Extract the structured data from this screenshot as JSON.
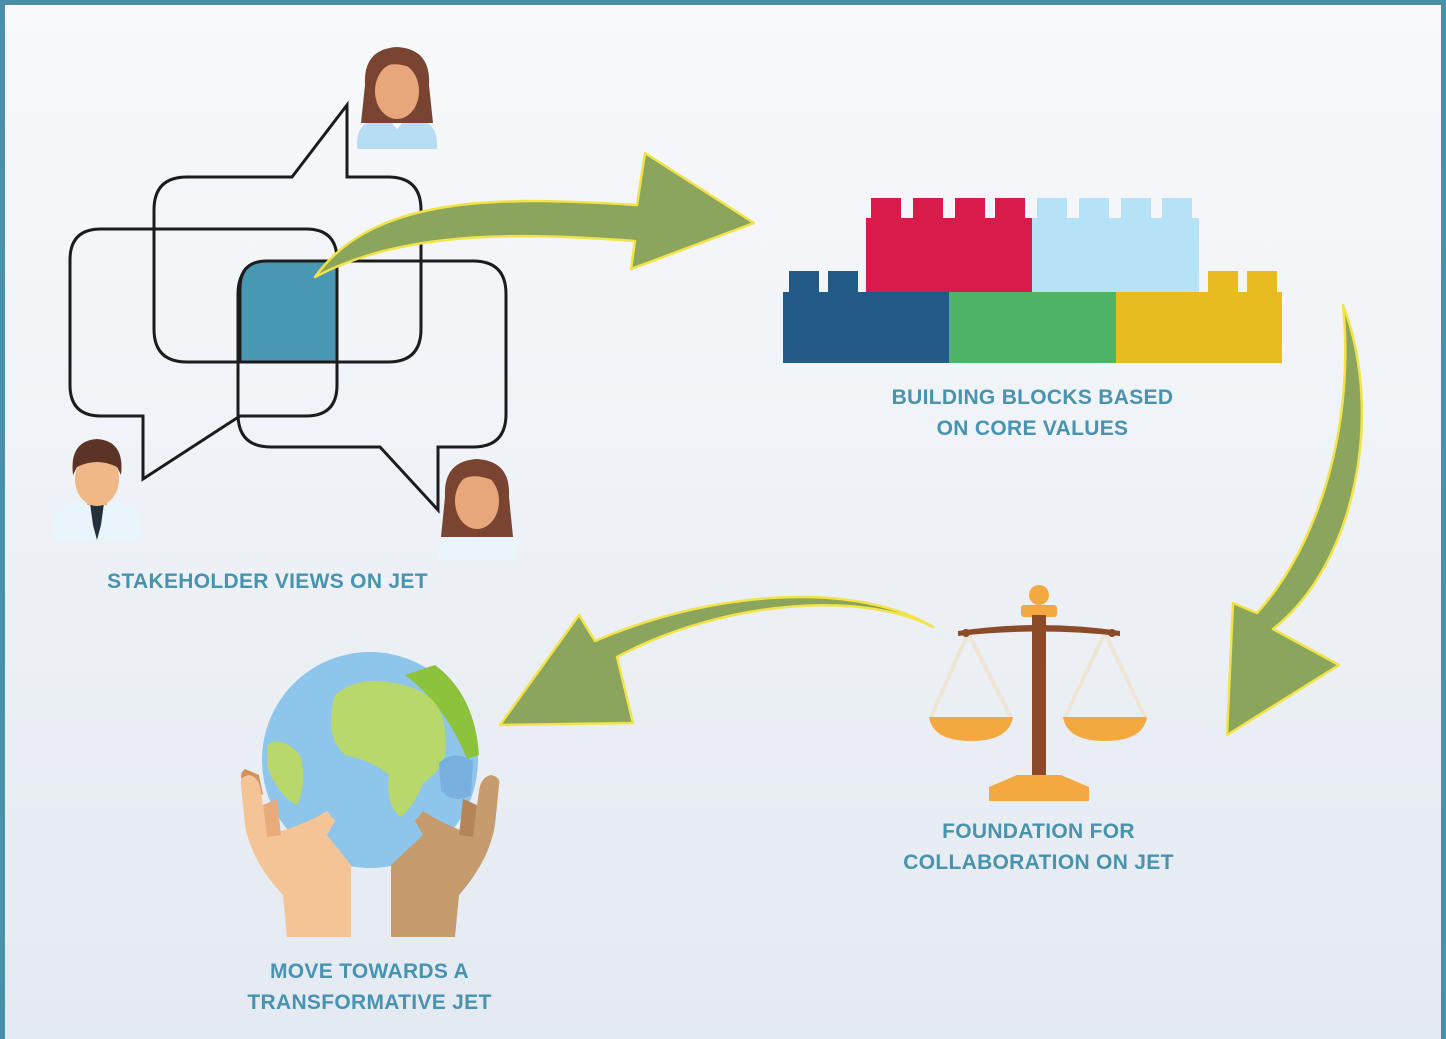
{
  "steps": [
    {
      "id": "stakeholders",
      "lines": [
        "STAKEHOLDER VIEWS ON JET"
      ],
      "icon": "speech-bubbles-people-icon"
    },
    {
      "id": "blocks",
      "lines": [
        "BUILDING BLOCKS BASED",
        "ON CORE VALUES"
      ],
      "icon": "building-blocks-icon"
    },
    {
      "id": "foundation",
      "lines": [
        "FOUNDATION FOR",
        "COLLABORATION ON JET"
      ],
      "icon": "scales-icon"
    },
    {
      "id": "transform",
      "lines": [
        "MOVE TOWARDS A",
        "TRANSFORMATIVE JET"
      ],
      "icon": "globe-hands-icon"
    }
  ],
  "colors": {
    "border": "#4a90aa",
    "label": "#4893b0",
    "arrow_fill": "#8ba65c",
    "arrow_outline": "#f2e34a",
    "block_red": "#d81b4a",
    "block_light_blue": "#b5e2f6",
    "block_dark_blue": "#215a86",
    "block_green": "#4fb468",
    "block_yellow": "#e8bb1e",
    "bubble_fill": "#4898b4"
  }
}
